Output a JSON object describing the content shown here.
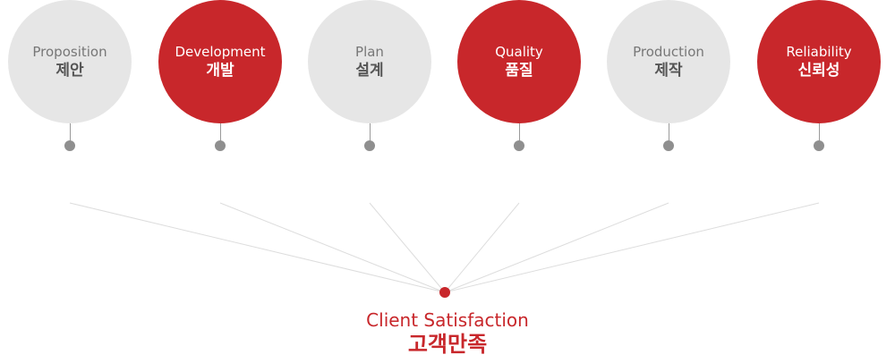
{
  "stages": [
    {
      "en": "Proposition",
      "ko": "제안",
      "style": "gray"
    },
    {
      "en": "Development",
      "ko": "개발",
      "style": "red"
    },
    {
      "en": "Plan",
      "ko": "설계",
      "style": "gray"
    },
    {
      "en": "Quality",
      "ko": "품질",
      "style": "red"
    },
    {
      "en": "Production",
      "ko": "제작",
      "style": "gray"
    },
    {
      "en": "Reliability",
      "ko": "신뢰성",
      "style": "red"
    }
  ],
  "result": {
    "en": "Client Satisfaction",
    "ko": "고객만족"
  },
  "colors": {
    "accent": "#c8272b",
    "neutral": "#e6e6e6",
    "connector": "#8f8f8f",
    "line": "#dddddd"
  }
}
